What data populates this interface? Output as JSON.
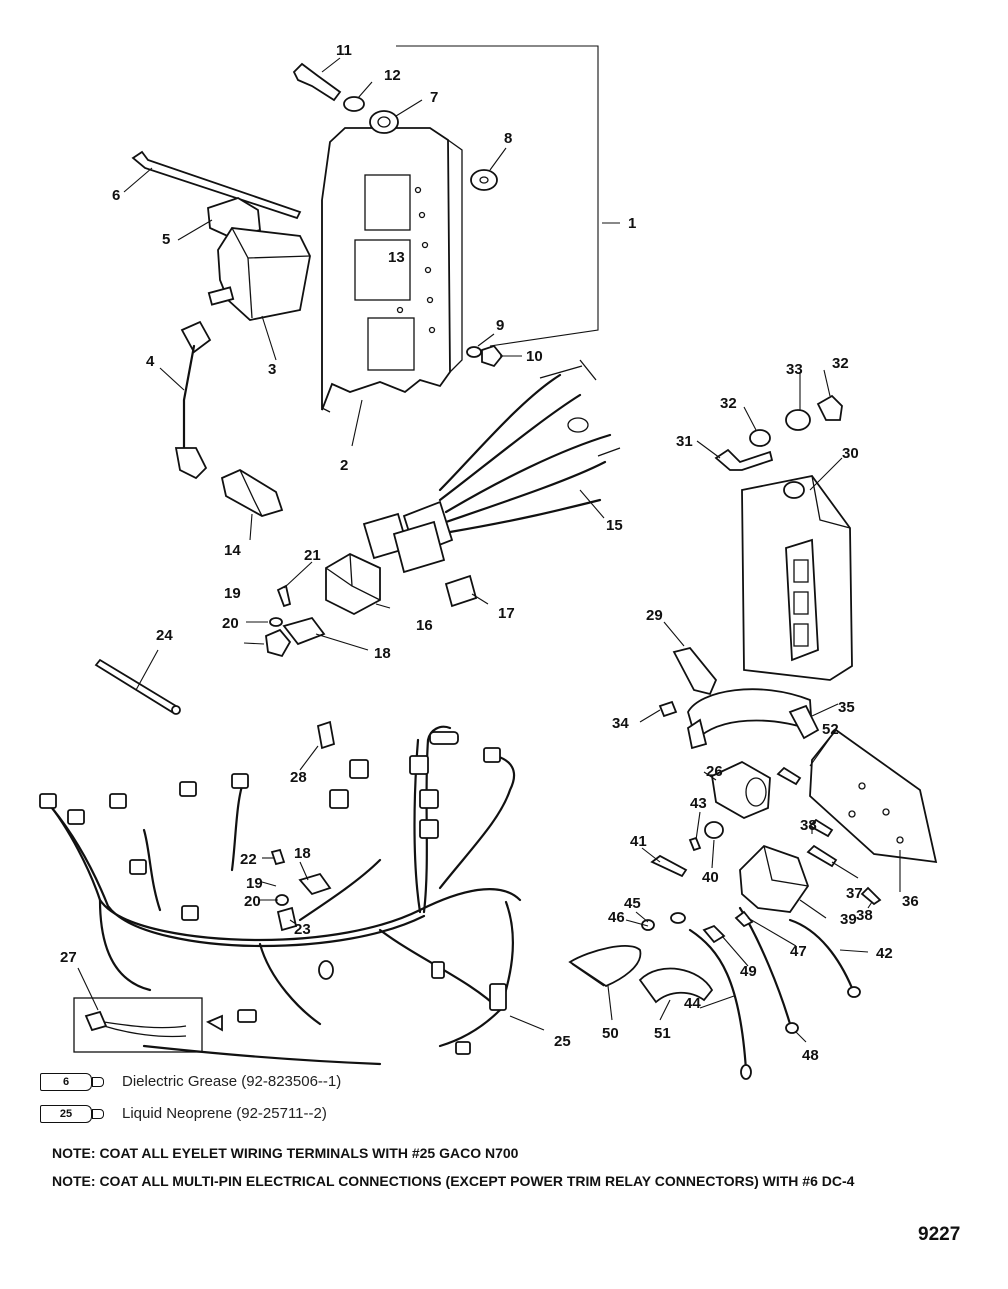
{
  "diagram": {
    "callouts": [
      "11",
      "12",
      "7",
      "8",
      "1",
      "6",
      "5",
      "13",
      "3",
      "9",
      "10",
      "4",
      "2",
      "14",
      "15",
      "32",
      "33",
      "32",
      "31",
      "30",
      "21",
      "19",
      "16",
      "17",
      "20",
      "18",
      "24",
      "29",
      "34",
      "35",
      "52",
      "28",
      "26",
      "43",
      "38",
      "41",
      "40",
      "22",
      "18",
      "19",
      "20",
      "23",
      "37",
      "38",
      "36",
      "45",
      "46",
      "39",
      "42",
      "49",
      "47",
      "27",
      "25",
      "50",
      "51",
      "44",
      "48"
    ]
  },
  "legend": [
    {
      "tube_number": "6",
      "text": "Dielectric Grease (92-823506--1)"
    },
    {
      "tube_number": "25",
      "text": "Liquid Neoprene (92-25711--2)"
    }
  ],
  "notes": [
    "NOTE: COAT ALL EYELET WIRING TERMINALS WITH #25 GACO N700",
    "NOTE: COAT ALL MULTI-PIN ELECTRICAL CONNECTIONS (EXCEPT POWER TRIM RELAY CONNECTORS) WITH #6 DC-4"
  ],
  "figure_number": "9227"
}
